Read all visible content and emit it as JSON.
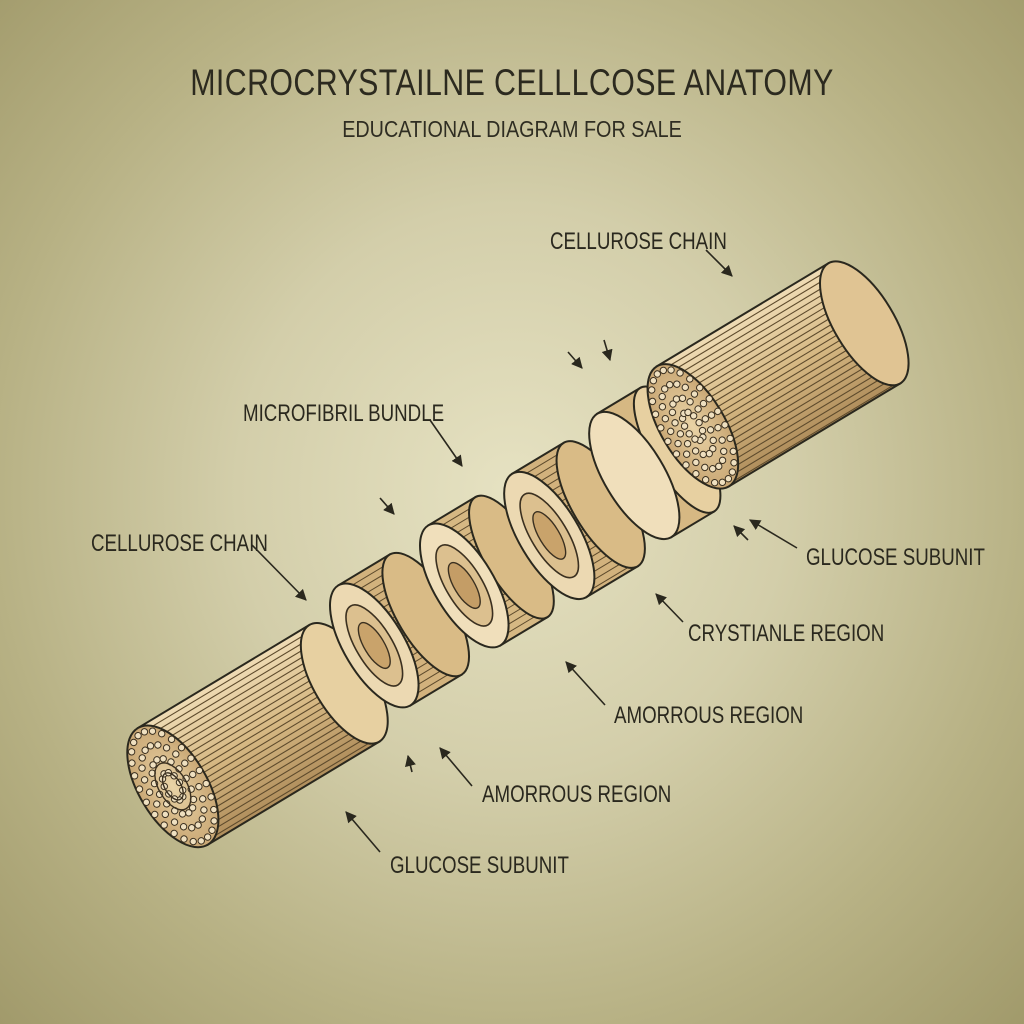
{
  "header": {
    "title": "MICROCRYSTAILNE CELLLCOSE ANATOMY",
    "subtitle": "EDUCATIONAL DIAGRAM FOR SALE"
  },
  "labels": {
    "cellulose_chain_top": "CELLUROSE CHAIN",
    "microfibril_bundle": "MICROFIBRIL BUNDLE",
    "cellulose_chain_left": "CELLUROSE CHAIN",
    "glucose_subunit_right": "GLUCOSE SUBUNIT",
    "crystalline_region": "CRYSTIANLE REGION",
    "amorphous_region_mid": "AMORROUS REGION",
    "amorphous_region_low": "AMORROUS REGION",
    "glucose_subunit_bottom": "GLUCOSE SUBUNIT"
  },
  "colors": {
    "ink": "#2a281e",
    "fiber_light": "#e6cfa2",
    "fiber_mid": "#cfae79",
    "fiber_dark": "#a98655"
  }
}
